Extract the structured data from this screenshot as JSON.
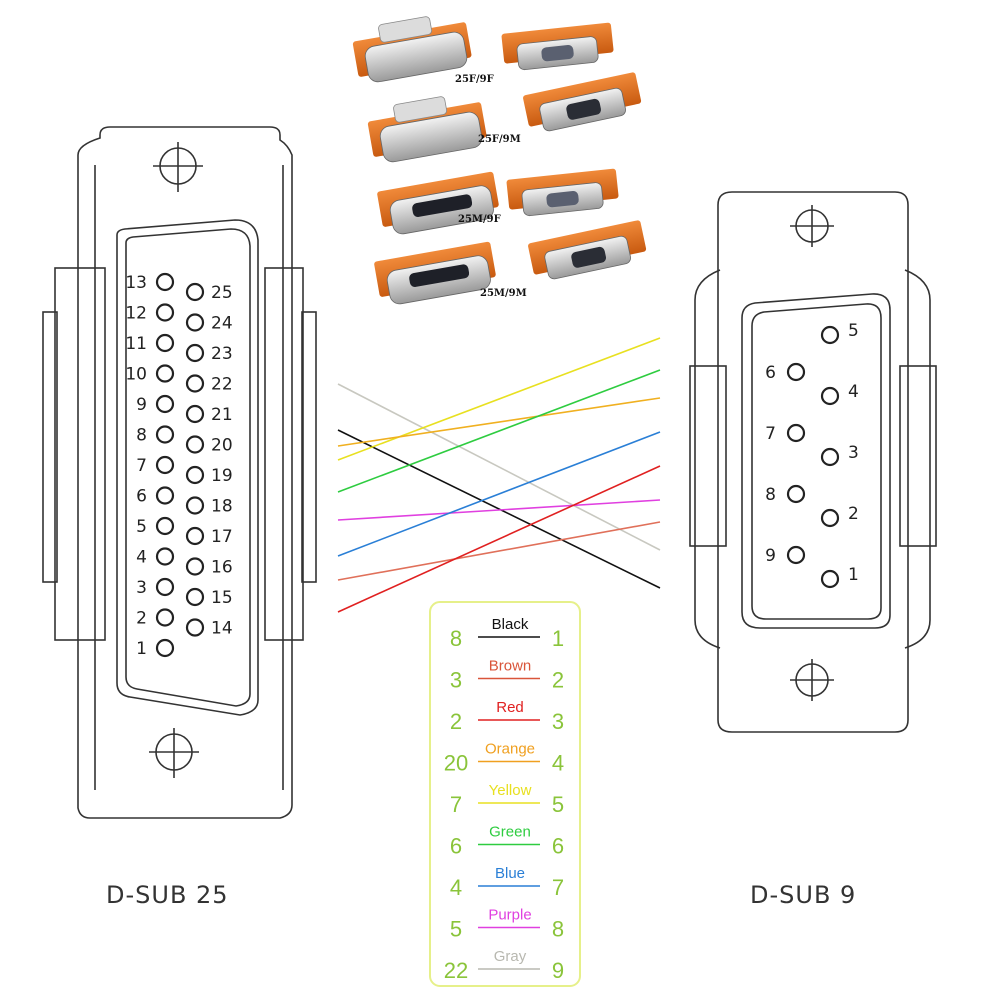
{
  "connector_left": {
    "caption": "D-SUB 25",
    "top_row": [
      "13",
      "12",
      "11",
      "10",
      "9",
      "8",
      "7",
      "6",
      "5",
      "4",
      "3",
      "2",
      "1"
    ],
    "bottom_row": [
      "25",
      "24",
      "23",
      "22",
      "21",
      "20",
      "19",
      "18",
      "17",
      "16",
      "15",
      "14"
    ]
  },
  "connector_right": {
    "caption": "D-SUB 9",
    "right_col": [
      "5",
      "4",
      "3",
      "2",
      "1"
    ],
    "left_col": [
      "6",
      "7",
      "8",
      "9"
    ]
  },
  "adapters": [
    {
      "label": "25F/9F"
    },
    {
      "label": "25F/9M"
    },
    {
      "label": "25M/9F"
    },
    {
      "label": "25M/9M"
    }
  ],
  "legend": {
    "rows": [
      {
        "left": "8",
        "name": "Black",
        "right": "1",
        "color": "#111111"
      },
      {
        "left": "3",
        "name": "Brown",
        "right": "2",
        "color": "#d9553a"
      },
      {
        "left": "2",
        "name": "Red",
        "right": "3",
        "color": "#e02020"
      },
      {
        "left": "20",
        "name": "Orange",
        "right": "4",
        "color": "#f0a020"
      },
      {
        "left": "7",
        "name": "Yellow",
        "right": "5",
        "color": "#e8e020"
      },
      {
        "left": "6",
        "name": "Green",
        "right": "6",
        "color": "#2ecc40"
      },
      {
        "left": "4",
        "name": "Blue",
        "right": "7",
        "color": "#2a7fd6"
      },
      {
        "left": "5",
        "name": "Purple",
        "right": "8",
        "color": "#e040e0"
      },
      {
        "left": "22",
        "name": "Gray",
        "right": "9",
        "color": "#b8b8b0"
      }
    ]
  }
}
